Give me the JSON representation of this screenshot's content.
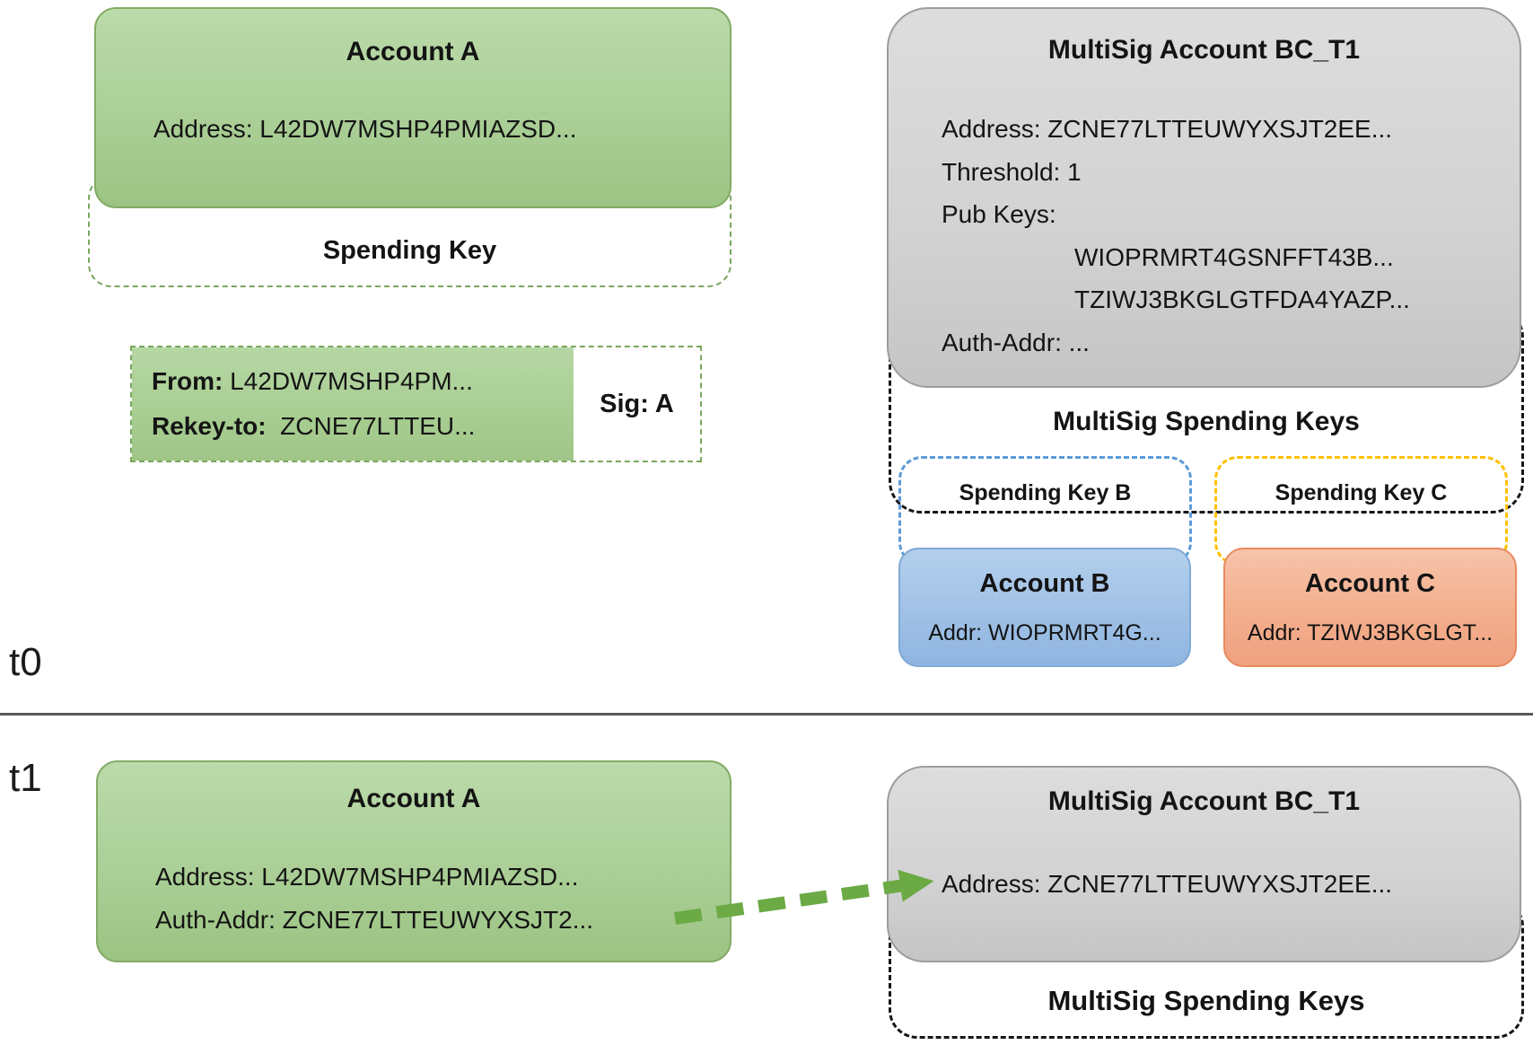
{
  "t0": {
    "label": "t0",
    "account_a": {
      "title": "Account A",
      "address": "Address: L42DW7MSHP4PMIAZSD...",
      "spending_key_label": "Spending Key"
    },
    "rekey_txn": {
      "from_label": "From:",
      "from_value": "L42DW7MSHP4PM...",
      "rekey_label": "Rekey-to:",
      "rekey_value": "ZCNE77LTTEU...",
      "sig": "Sig: A"
    },
    "multisig": {
      "title": "MultiSig Account BC_T1",
      "address": "Address: ZCNE77LTTEUWYXSJT2EE...",
      "threshold": "Threshold: 1",
      "pub_keys_label": "Pub Keys:",
      "pub_keys": [
        "WIOPRMRT4GSNFFT43B...",
        "TZIWJ3BKGLGTFDA4YAZP..."
      ],
      "auth_addr": "Auth-Addr: ...",
      "spending_keys_title": "MultiSig Spending Keys",
      "spending_key_b_label": "Spending Key B",
      "spending_key_c_label": "Spending Key C"
    },
    "account_b": {
      "title": "Account B",
      "address": "Addr: WIOPRMRT4G..."
    },
    "account_c": {
      "title": "Account C",
      "address": "Addr: TZIWJ3BKGLGT..."
    }
  },
  "t1": {
    "label": "t1",
    "account_a": {
      "title": "Account A",
      "address": "Address: L42DW7MSHP4PMIAZSD...",
      "auth_addr": "Auth-Addr: ZCNE77LTTEUWYXSJT2..."
    },
    "multisig": {
      "title": "MultiSig Account BC_T1",
      "address": "Address: ZCNE77LTTEUWYXSJT2EE...",
      "spending_keys_title": "MultiSig Spending Keys"
    }
  },
  "colors": {
    "account_green": "#aed19b",
    "account_green_border": "#84ab66",
    "multisig_gray": "#d3d3d3",
    "account_blue": "#a2c2e6",
    "account_orange": "#f3af8d",
    "dash_green": "#79a85c",
    "dash_blue": "#5b9bd5",
    "dash_yellow": "#ffc000",
    "dash_black": "#161616",
    "arrow_green": "#6baa45"
  }
}
